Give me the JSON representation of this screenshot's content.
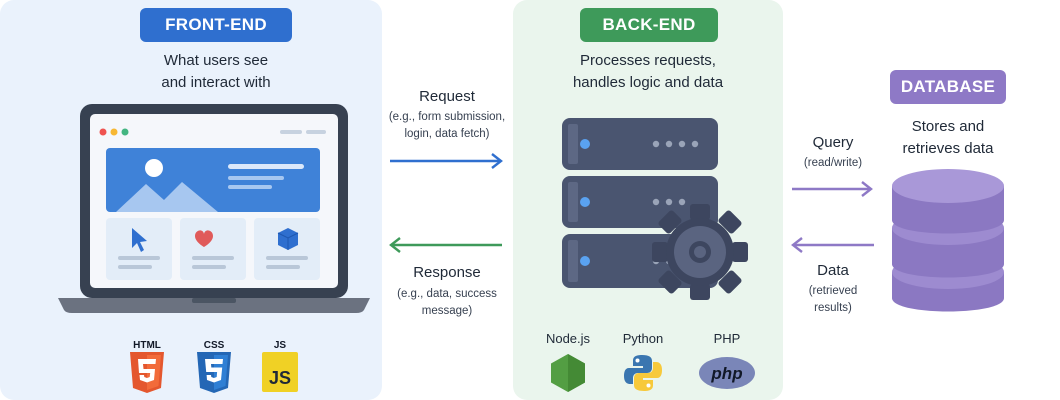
{
  "front_end": {
    "title": "FRONT-END",
    "description_line1": "What users see",
    "description_line2": "and interact with",
    "tech_badges": [
      "HTML",
      "CSS",
      "JS"
    ]
  },
  "request": {
    "title": "Request",
    "sub_line1": "(e.g., form submission,",
    "sub_line2": "login, data fetch)"
  },
  "response": {
    "title": "Response",
    "sub_line1": "(e.g., data, success",
    "sub_line2": "message)"
  },
  "back_end": {
    "title": "BACK-END",
    "description_line1": "Processes requests,",
    "description_line2": "handles logic and data",
    "tech_labels": [
      "Node.js",
      "Python",
      "PHP"
    ],
    "php_logo_text": "php"
  },
  "query": {
    "title": "Query",
    "sub_line1": "(read/write)"
  },
  "data_flow": {
    "title": "Data",
    "sub_line1": "(retrieved",
    "sub_line2": "results)"
  },
  "database": {
    "title": "DATABASE",
    "description_line1": "Stores and",
    "description_line2": "retrieves data"
  },
  "colors": {
    "front_accent": "#2f6fcf",
    "back_accent": "#3e9a5a",
    "db_accent": "#8e79c6",
    "server": "#4a5570"
  }
}
